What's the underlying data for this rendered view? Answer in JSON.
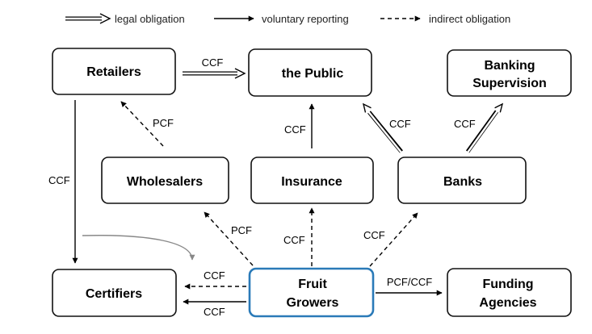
{
  "legend": {
    "legal": "legal obligation",
    "voluntary": "voluntary reporting",
    "indirect": "indirect obligation"
  },
  "nodes": {
    "retailers": "Retailers",
    "public": "the Public",
    "banking_1": "Banking",
    "banking_2": "Supervision",
    "wholesalers": "Wholesalers",
    "insurance": "Insurance",
    "banks": "Banks",
    "certifiers": "Certifiers",
    "growers_1": "Fruit",
    "growers_2": "Growers",
    "funding_1": "Funding",
    "funding_2": "Agencies"
  },
  "edges": {
    "retailers_public": "CCF",
    "wholesalers_retailers": "PCF",
    "insurance_public": "CCF",
    "banks_public": "CCF",
    "banks_supervision": "CCF",
    "retailers_certifiers": "CCF",
    "growers_wholesalers": "PCF",
    "growers_insurance": "CCF",
    "growers_banks": "CCF",
    "growers_certifiers_dashed": "CCF",
    "growers_certifiers_solid": "CCF",
    "growers_funding": "PCF/CCF"
  }
}
